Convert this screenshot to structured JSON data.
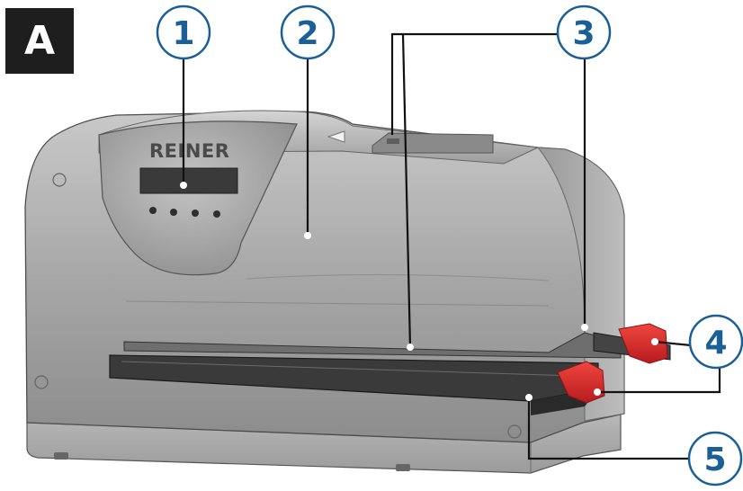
{
  "figure": {
    "panel_label": "A",
    "brand_label": "REINER",
    "colors": {
      "callout_blue": "#1a5f96",
      "leader_line": "#111111",
      "device_body": "#a9a9a9",
      "paper_guide_red": "#e0262b",
      "badge_background": "#1e1e1e"
    }
  },
  "callouts": [
    {
      "id": "1",
      "number": "1"
    },
    {
      "id": "2",
      "number": "2"
    },
    {
      "id": "3",
      "number": "3"
    },
    {
      "id": "4",
      "number": "4"
    },
    {
      "id": "5",
      "number": "5"
    }
  ]
}
